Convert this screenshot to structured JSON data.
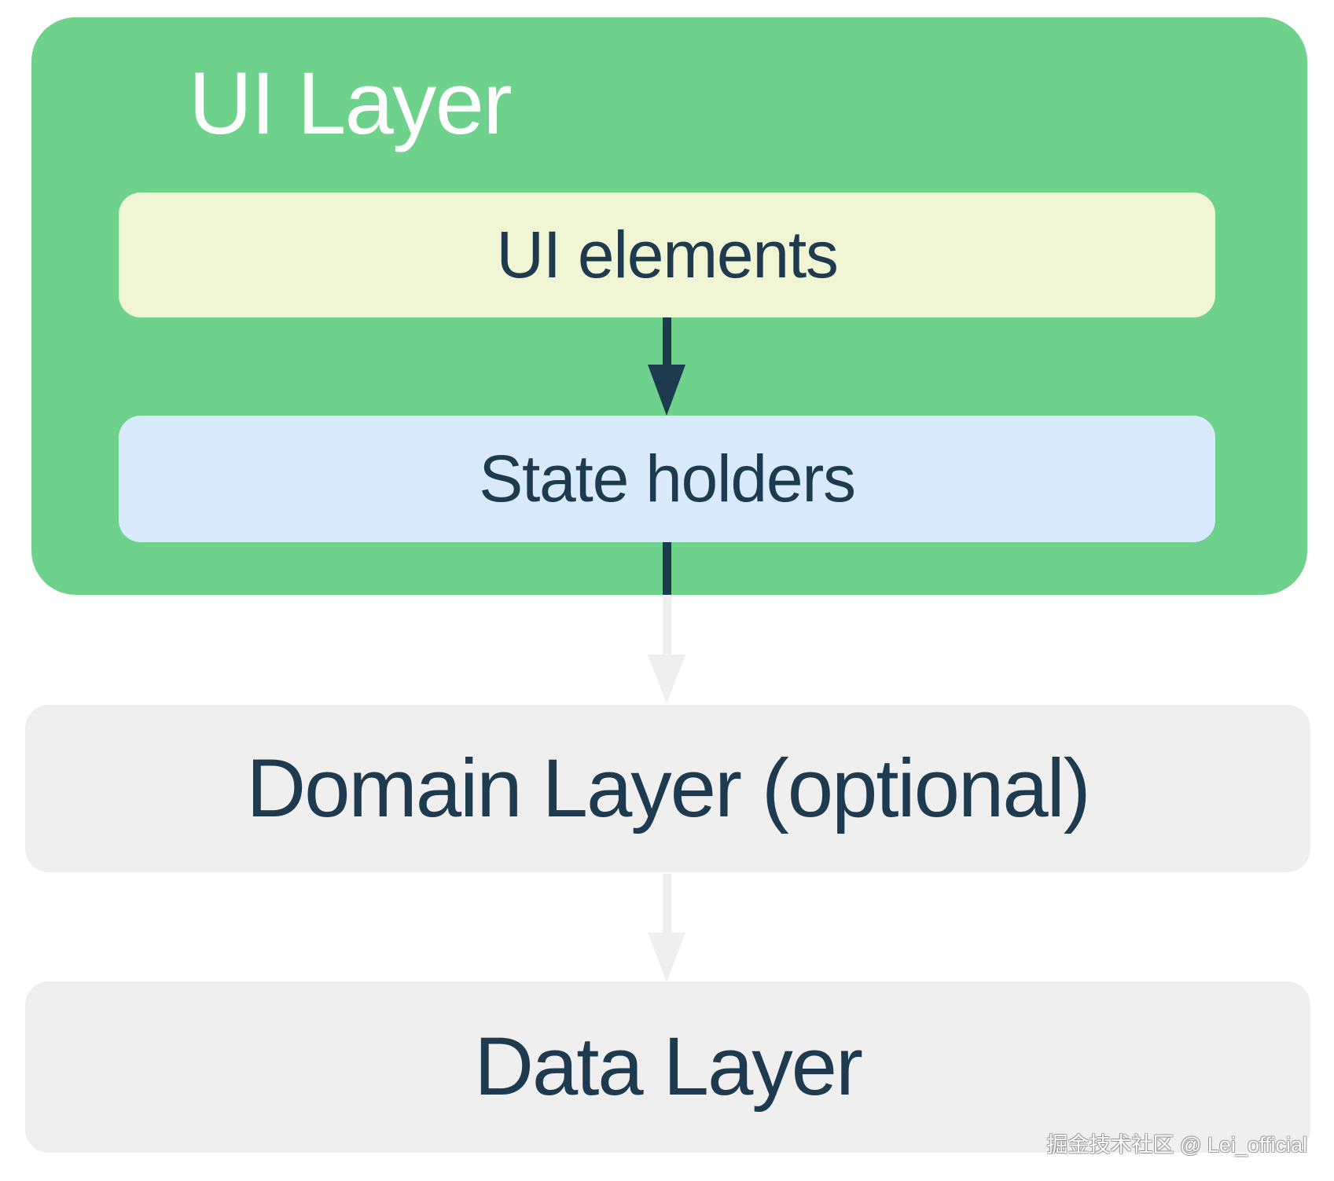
{
  "layers": {
    "ui": {
      "title": "UI Layer",
      "children": [
        {
          "label": "UI elements"
        },
        {
          "label": "State holders"
        }
      ]
    },
    "domain": {
      "label": "Domain Layer (optional)"
    },
    "data": {
      "label": "Data Layer"
    }
  },
  "arrows": [
    {
      "from": "UI elements",
      "to": "State holders",
      "style": "dark"
    },
    {
      "from": "State holders",
      "to": "Domain Layer (optional)",
      "style": "dark-then-light"
    },
    {
      "from": "Domain Layer (optional)",
      "to": "Data Layer",
      "style": "light"
    }
  ],
  "watermark": {
    "text": "掘金技术社区 @ Lei_official"
  },
  "colors": {
    "ui_layer_bg": "#6FD28C",
    "ui_elements_bg": "#F0F5D3",
    "state_holders_bg": "#D8EAFB",
    "layer_box_bg": "#EFEFEF",
    "title_text": "#FFFFFF",
    "dark_text": "#1E3A4E",
    "dark_arrow": "#1E3A4E",
    "light_arrow": "#EFEFEF",
    "background": "#FFFFFF"
  }
}
